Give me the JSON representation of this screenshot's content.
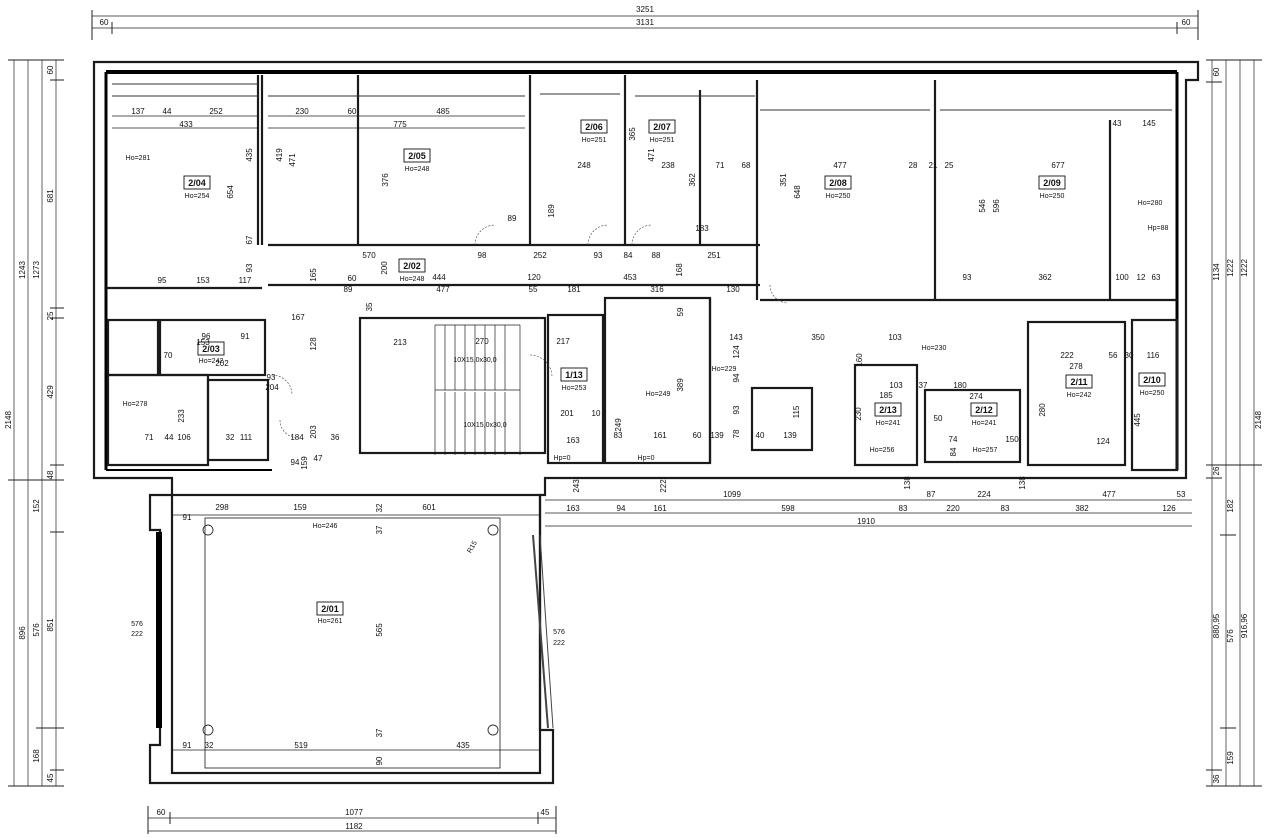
{
  "plan": {
    "top_dims": {
      "overall": "3251",
      "inner": "3131",
      "left_offset": "60",
      "right_offset": "60"
    },
    "bottom_dims": {
      "overall": "1182",
      "inner": "1077",
      "left_offset": "60",
      "right_offset": "45"
    },
    "left_dims": {
      "total": "2148",
      "upper": "1243",
      "upper_inner": "1273",
      "top_wall": "60",
      "seg_681": "681",
      "seg_25": "25",
      "seg_429": "429",
      "seg_48": "48",
      "seg_152": "152",
      "lower": "896",
      "lower_a": "576",
      "lower_b": "851",
      "seg_168": "168",
      "seg_45": "45"
    },
    "right_dims": {
      "total": "2148",
      "upper": "1134",
      "upper_b": "1222",
      "upper_c": "1222",
      "top_wall": "60",
      "seg_26": "26",
      "seg_182": "182",
      "lower_a": "880,95",
      "lower_b": "916,96",
      "lower_c": "576",
      "seg_159": "159",
      "seg_36": "36"
    },
    "rooms": [
      {
        "id": "2/01",
        "h": "Ho=261"
      },
      {
        "id": "2/02",
        "h": "Ho=248"
      },
      {
        "id": "2/03",
        "h": "Ho=242"
      },
      {
        "id": "2/04",
        "h": "Ho=254"
      },
      {
        "id": "2/05",
        "h": "Ho=248"
      },
      {
        "id": "2/06",
        "h": "Ho=251"
      },
      {
        "id": "2/07",
        "h": "Ho=251"
      },
      {
        "id": "2/08",
        "h": "Ho=250"
      },
      {
        "id": "2/09",
        "h": "Ho=250"
      },
      {
        "id": "2/10",
        "h": "Ho=250"
      },
      {
        "id": "2/11",
        "h": "Ho=242"
      },
      {
        "id": "2/12",
        "h": "Ho=241"
      },
      {
        "id": "2/13",
        "h": "Ho=241"
      },
      {
        "id": "1/13",
        "h": "Ho=253"
      }
    ],
    "annotations": {
      "stair_a": "10X15,0x30,0",
      "stair_b": "10X15,0x30,0",
      "h281": "Ho=281",
      "h278": "Ho=278",
      "h249": "Ho=249",
      "h229": "Ho=229",
      "h230": "Ho=230",
      "h280": "Ho=280",
      "h246": "Ho=246",
      "h256": "Ho=256",
      "h257": "Ho=257",
      "h0a": "Hp=0",
      "h0b": "Hp=0",
      "r15": "R15",
      "win_l_top": "576",
      "win_l_bot": "222",
      "win_r_top": "576",
      "win_r_bot": "222",
      "hp88": "Hp=88"
    },
    "dims": {
      "d137": "137",
      "d44": "44",
      "d252": "252",
      "d433": "433",
      "d230": "230",
      "d60a": "60",
      "d485": "485",
      "d775": "775",
      "d419": "419",
      "d471a": "471",
      "d376": "376",
      "d435": "435",
      "d654": "654",
      "d67": "67",
      "d93a": "93",
      "d570": "570",
      "d200a": "200",
      "d60b": "60",
      "d89a": "89",
      "d477a": "477",
      "d444": "444",
      "d35a": "35",
      "d98": "98",
      "d252b": "252",
      "d93b": "93",
      "d84": "84",
      "d88": "88",
      "d168": "168",
      "d251": "251",
      "d55": "55",
      "d181": "181",
      "d316": "316",
      "d130": "130",
      "d120": "120",
      "d453": "453",
      "d248": "248",
      "d238": "238",
      "d71": "71",
      "d68": "68",
      "d471b": "471",
      "d362": "362",
      "d365": "365",
      "d189": "189",
      "d183": "183",
      "d89b": "89",
      "d477b": "477",
      "d648": "648",
      "d351": "351",
      "d28": "28",
      "d21": "21",
      "d25": "25",
      "d677": "677",
      "d596": "596",
      "d546": "546",
      "d43": "43",
      "d145": "145",
      "d362b": "362",
      "d100": "100",
      "d12": "12",
      "d63": "63",
      "d93c": "93",
      "d95": "95",
      "d153a": "153",
      "d117": "117",
      "d165": "165",
      "d167": "167",
      "d213": "213",
      "d270": "270",
      "d217": "217",
      "d143": "143",
      "d350": "350",
      "d103a": "103",
      "d124": "124",
      "d94": "94",
      "d93d": "93",
      "d115": "115",
      "d139a": "139",
      "d40": "40",
      "d78": "78",
      "d160": "160",
      "d185": "185",
      "d103b": "103",
      "d37": "37",
      "d180": "180",
      "d274": "274",
      "d230b": "230",
      "d222": "222",
      "d278": "278",
      "d56": "56",
      "d30a": "30",
      "d116": "116",
      "d445": "445",
      "d280": "280",
      "d124b": "124",
      "d150": "150",
      "d74": "74",
      "d50": "50",
      "d84b": "84",
      "d83a": "83",
      "d201": "201",
      "d10": "10",
      "d163a": "163",
      "d161a": "161",
      "d60c": "60",
      "d139b": "139",
      "d249": "249",
      "d389": "389",
      "d59": "59",
      "d153b": "153",
      "d96": "96",
      "d202": "202",
      "d91a": "91",
      "d70": "70",
      "d233": "233",
      "d71b": "71",
      "d44b": "44",
      "d106": "106",
      "d32": "32",
      "d111": "111",
      "d184": "184",
      "d93e": "93",
      "d204": "204",
      "d203": "203",
      "d128": "128",
      "d36": "36",
      "d94b": "94",
      "d159a": "159",
      "d47": "47",
      "d298": "298",
      "d159b": "159",
      "d32b": "32",
      "d601": "601",
      "d91b": "91",
      "d37b": "37",
      "d565": "565",
      "d519": "519",
      "d435b": "435",
      "d91c": "91",
      "d32c": "32",
      "d90": "90",
      "d37c": "37",
      "d1099": "1099",
      "d87": "87",
      "d224": "224",
      "d477c": "477",
      "d53": "53",
      "d163b": "163",
      "d94c": "94",
      "d161b": "161",
      "d598": "598",
      "d83b": "83",
      "d220": "220",
      "d83c": "83",
      "d382": "382",
      "d126": "126",
      "d1910": "1910",
      "d243": "243",
      "d222b": "222",
      "d138a": "138",
      "d138b": "138"
    }
  }
}
